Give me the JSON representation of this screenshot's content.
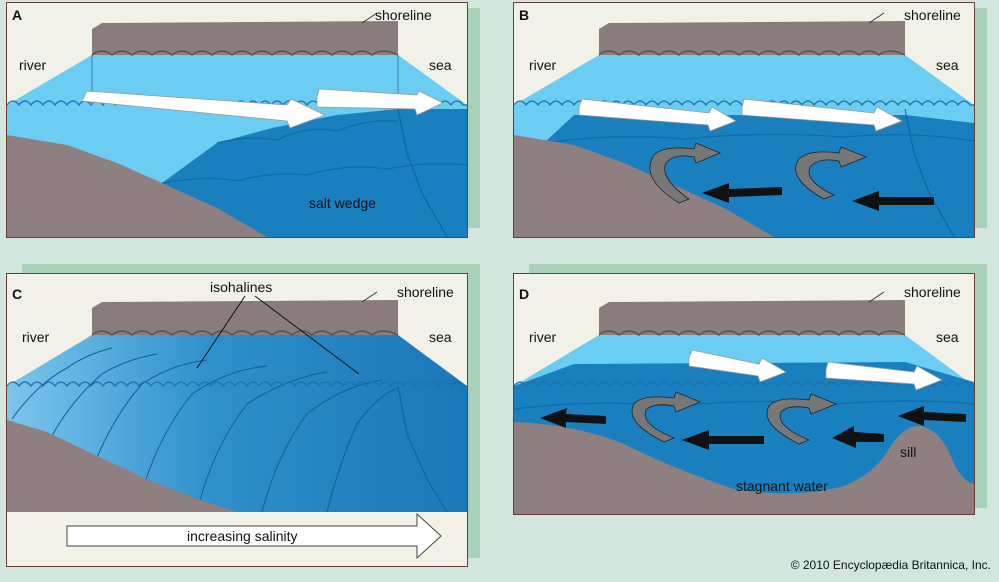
{
  "panels": {
    "a": {
      "letter": "A",
      "shoreline": "shoreline",
      "river": "river",
      "sea": "sea",
      "salt_wedge": "salt wedge"
    },
    "b": {
      "letter": "B",
      "shoreline": "shoreline",
      "river": "river",
      "sea": "sea"
    },
    "c": {
      "letter": "C",
      "shoreline": "shoreline",
      "river": "river",
      "sea": "sea",
      "isohalines": "isohalines",
      "increasing_salinity": "increasing salinity"
    },
    "d": {
      "letter": "D",
      "shoreline": "shoreline",
      "river": "river",
      "sea": "sea",
      "sill": "sill",
      "stagnant_water": "stagnant water"
    }
  },
  "copyright": "© 2010 Encyclopædia Britannica, Inc.",
  "colors": {
    "fresh": "#6ccdf2",
    "pale": "#bfe6f6",
    "salt": "#1a7fbe",
    "salt_dark": "#0e6aa8",
    "ground": "#8e7f80",
    "land": "#8a7b7d"
  }
}
